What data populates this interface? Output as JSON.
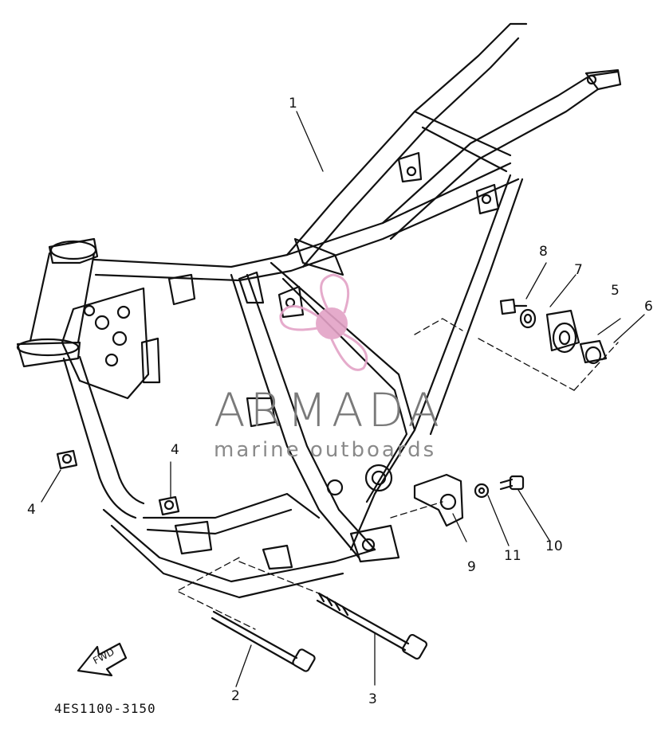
{
  "diagram": {
    "part_callouts": [
      {
        "id": "1",
        "label": "1"
      },
      {
        "id": "2",
        "label": "2"
      },
      {
        "id": "3",
        "label": "3"
      },
      {
        "id": "4a",
        "label": "4"
      },
      {
        "id": "4b",
        "label": "4"
      },
      {
        "id": "5",
        "label": "5"
      },
      {
        "id": "6",
        "label": "6"
      },
      {
        "id": "7",
        "label": "7"
      },
      {
        "id": "8",
        "label": "8"
      },
      {
        "id": "9",
        "label": "9"
      },
      {
        "id": "10",
        "label": "10"
      },
      {
        "id": "11",
        "label": "11"
      }
    ],
    "figure_code": "4ES1100-3150",
    "direction_arrow": "FWD"
  },
  "watermark": {
    "brand": "ARMADA",
    "tagline": "marine outboards",
    "brand_color": "#e3a2c6",
    "text_color": "#7a7a7a"
  }
}
